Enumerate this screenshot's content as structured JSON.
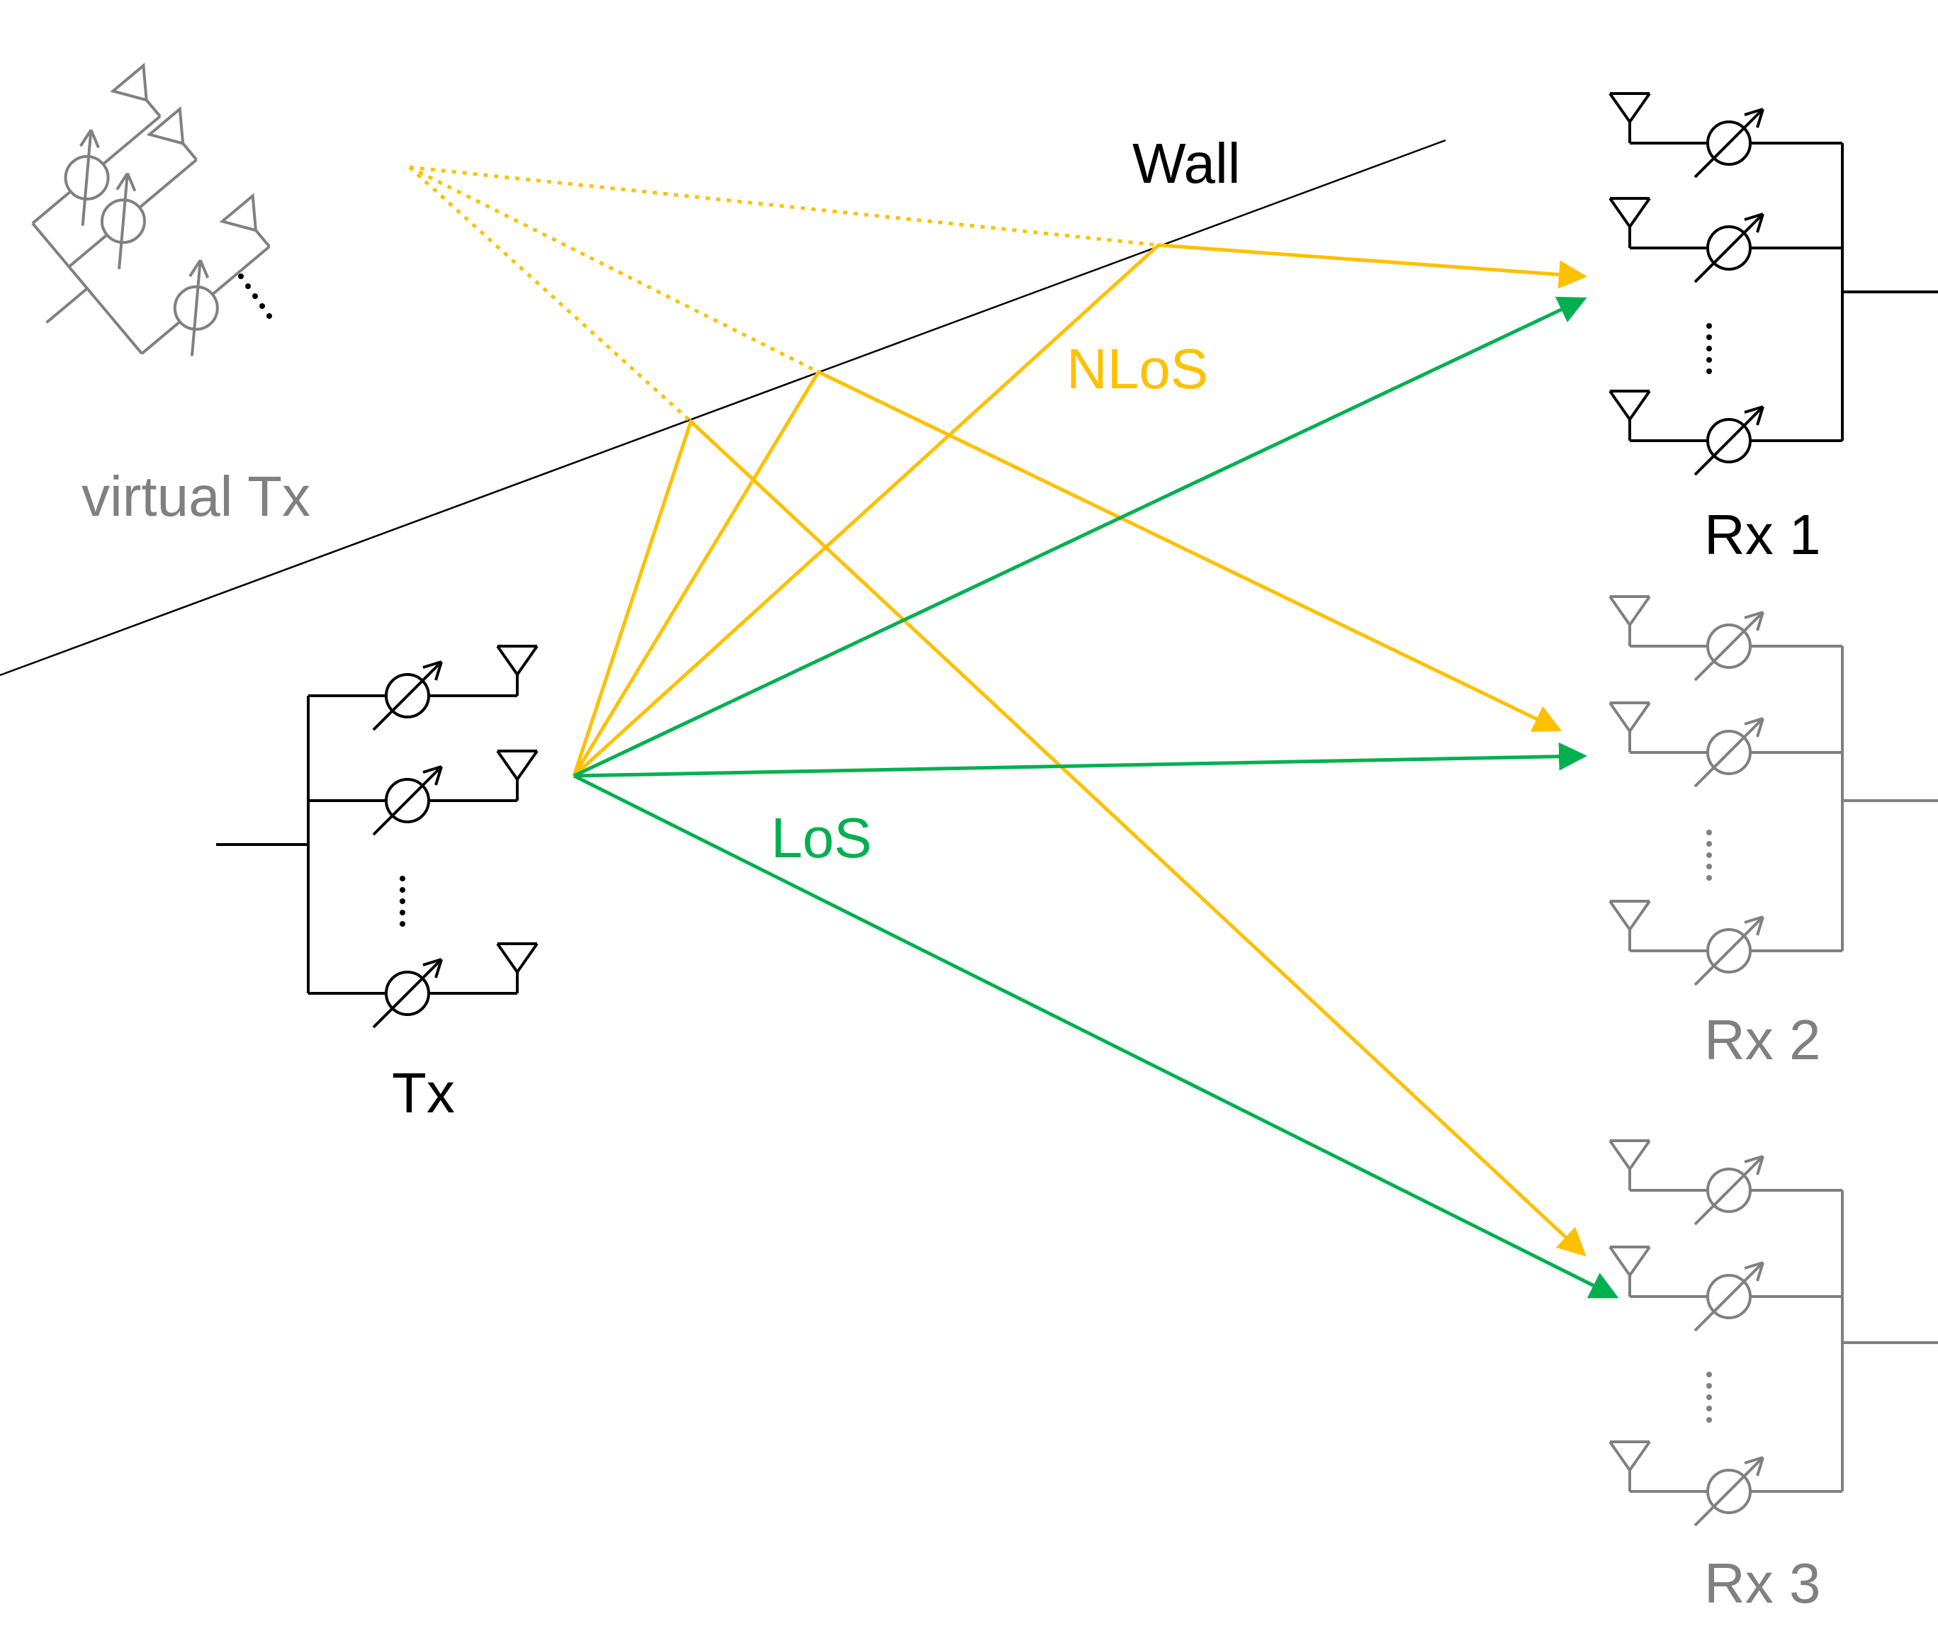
{
  "labels": {
    "wall": "Wall",
    "nlos": "NLoS",
    "los": "LoS",
    "tx": "Tx",
    "virtual_tx": "virtual Tx",
    "rx1": "Rx 1",
    "rx2": "Rx 2",
    "rx3": "Rx 3"
  },
  "colors": {
    "nlos": "#FFC000",
    "los": "#00B050",
    "active": "#000000",
    "inactive": "#808080",
    "wall": "#000000"
  },
  "icons": {
    "antenna": "antenna-icon",
    "phase_shifter": "phase-shifter-icon"
  }
}
